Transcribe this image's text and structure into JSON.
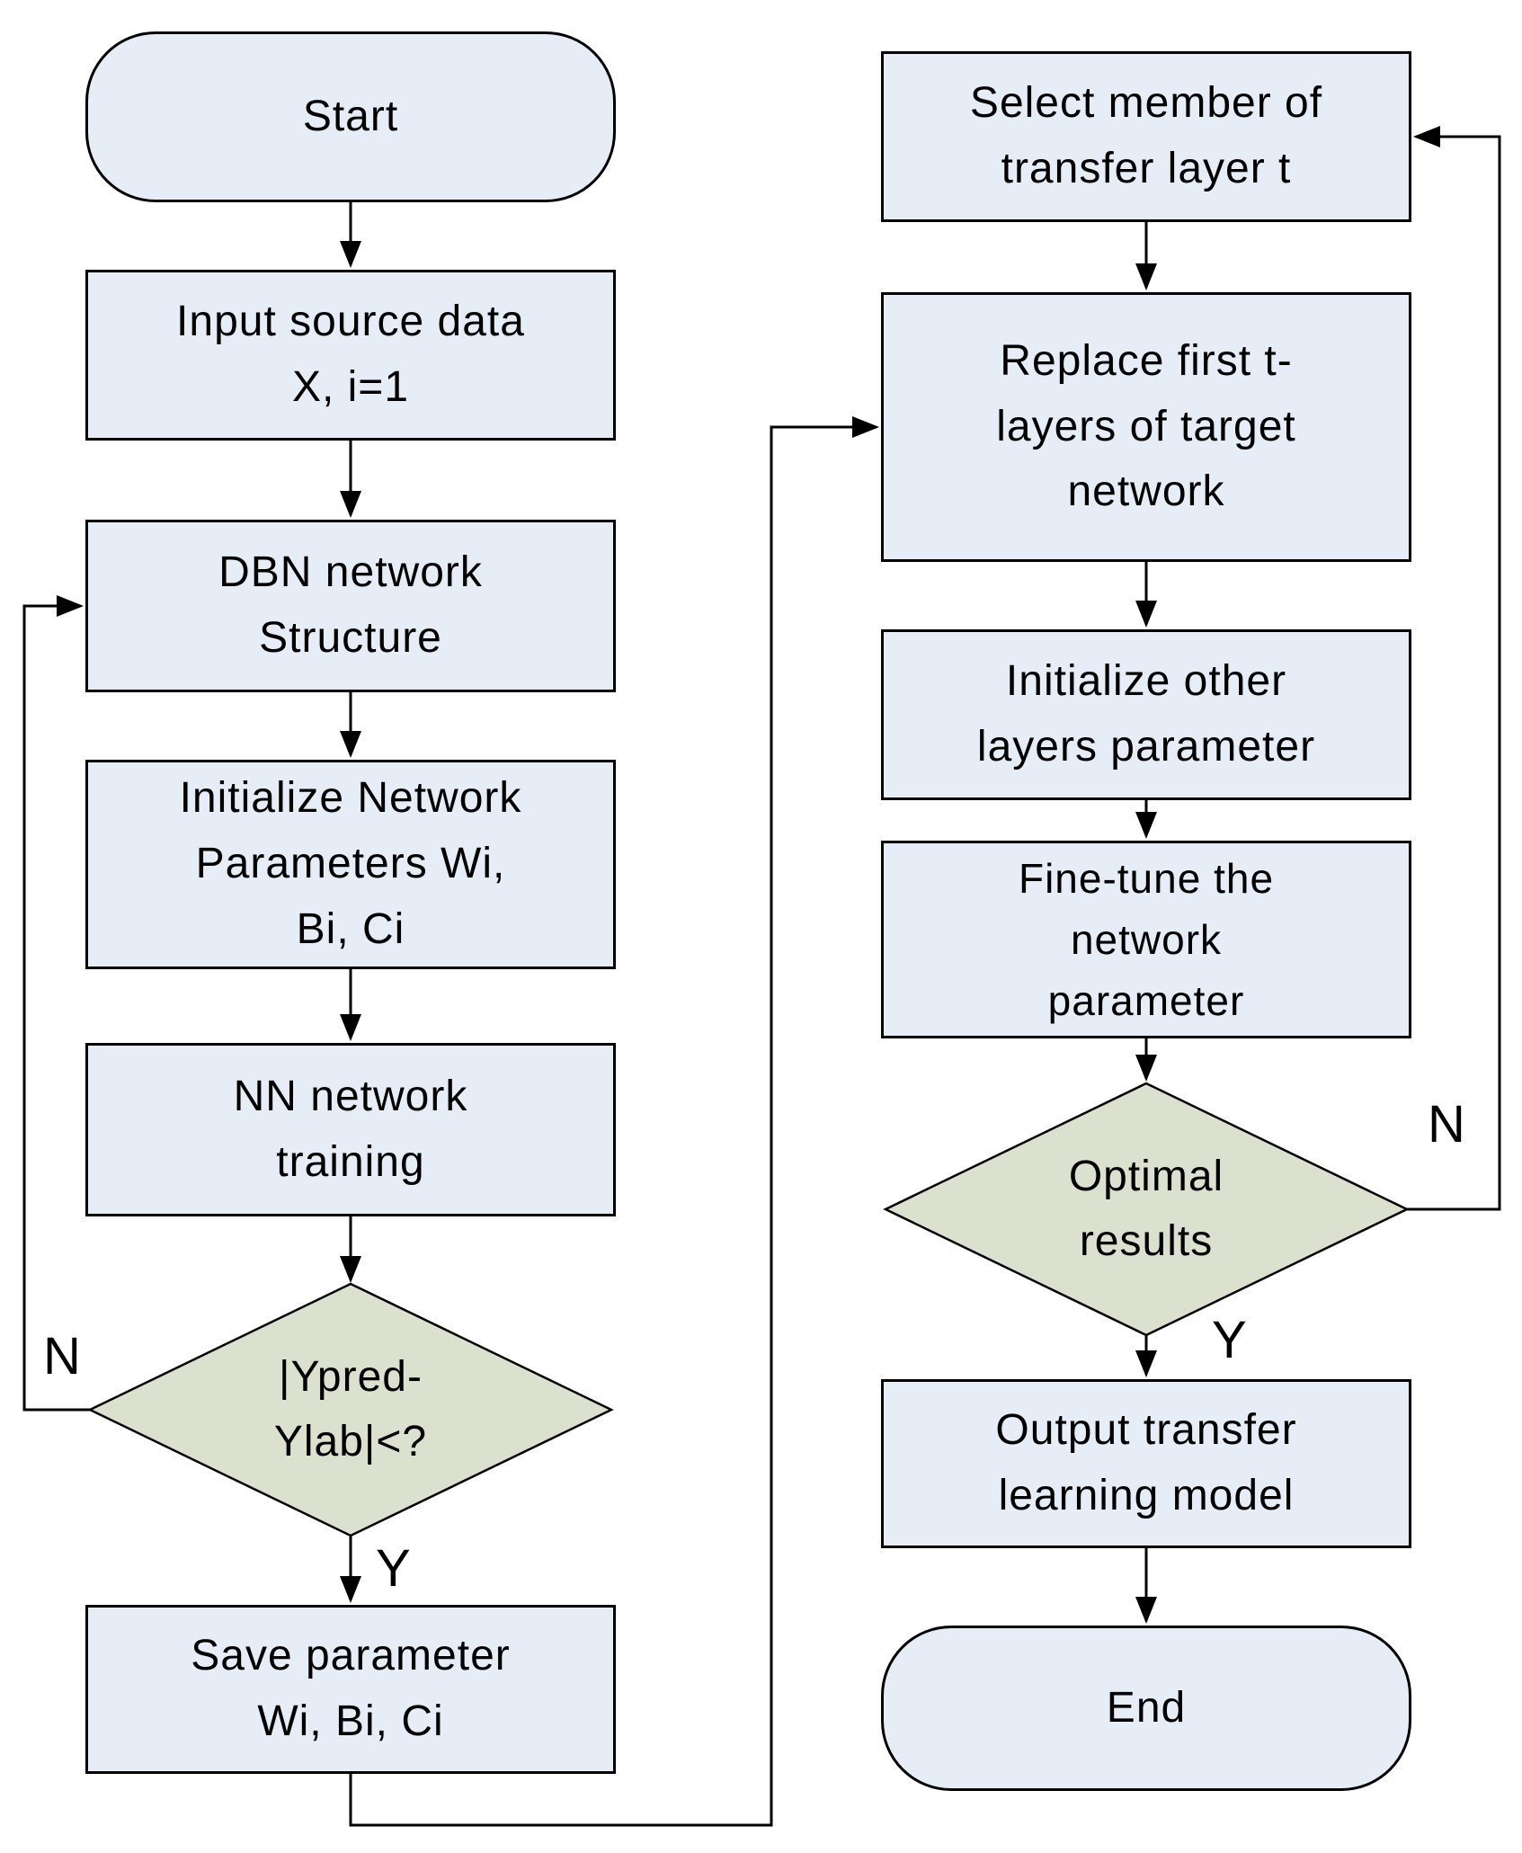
{
  "colors": {
    "page_bg": "#ffffff",
    "node_fill": "#e6edf7",
    "decision_fill": "#dce1cf",
    "line": "#000000"
  },
  "nodes": {
    "start": {
      "label": [
        "Start"
      ]
    },
    "input_source": {
      "label": [
        "Input source data",
        "X, i=1"
      ]
    },
    "dbn_structure": {
      "label": [
        "DBN network",
        "Structure"
      ]
    },
    "init_params": {
      "label": [
        "Initialize Network",
        "Parameters Wi,",
        "Bi, Ci"
      ]
    },
    "nn_training": {
      "label": [
        "NN network",
        "training"
      ]
    },
    "pred_check": {
      "label": [
        "|Ypred-",
        "Ylab|<?"
      ]
    },
    "save_params": {
      "label": [
        "Save parameter",
        "Wi, Bi, Ci"
      ]
    },
    "select_member": {
      "label": [
        "Select member of",
        "transfer layer t"
      ]
    },
    "replace_layers": {
      "label": [
        "Replace first t-",
        "layers of target",
        "network"
      ]
    },
    "init_other": {
      "label": [
        "Initialize other",
        "layers parameter"
      ]
    },
    "fine_tune": {
      "label": [
        "Fine-tune the",
        "network",
        "parameter"
      ]
    },
    "optimal_results": {
      "label": [
        "Optimal",
        "results"
      ]
    },
    "output_model": {
      "label": [
        "Output transfer",
        "learning model"
      ]
    },
    "end": {
      "label": [
        "End"
      ]
    }
  },
  "branch_labels": {
    "left_no": "N",
    "left_yes": "Y",
    "right_no": "N",
    "right_yes": "Y"
  }
}
